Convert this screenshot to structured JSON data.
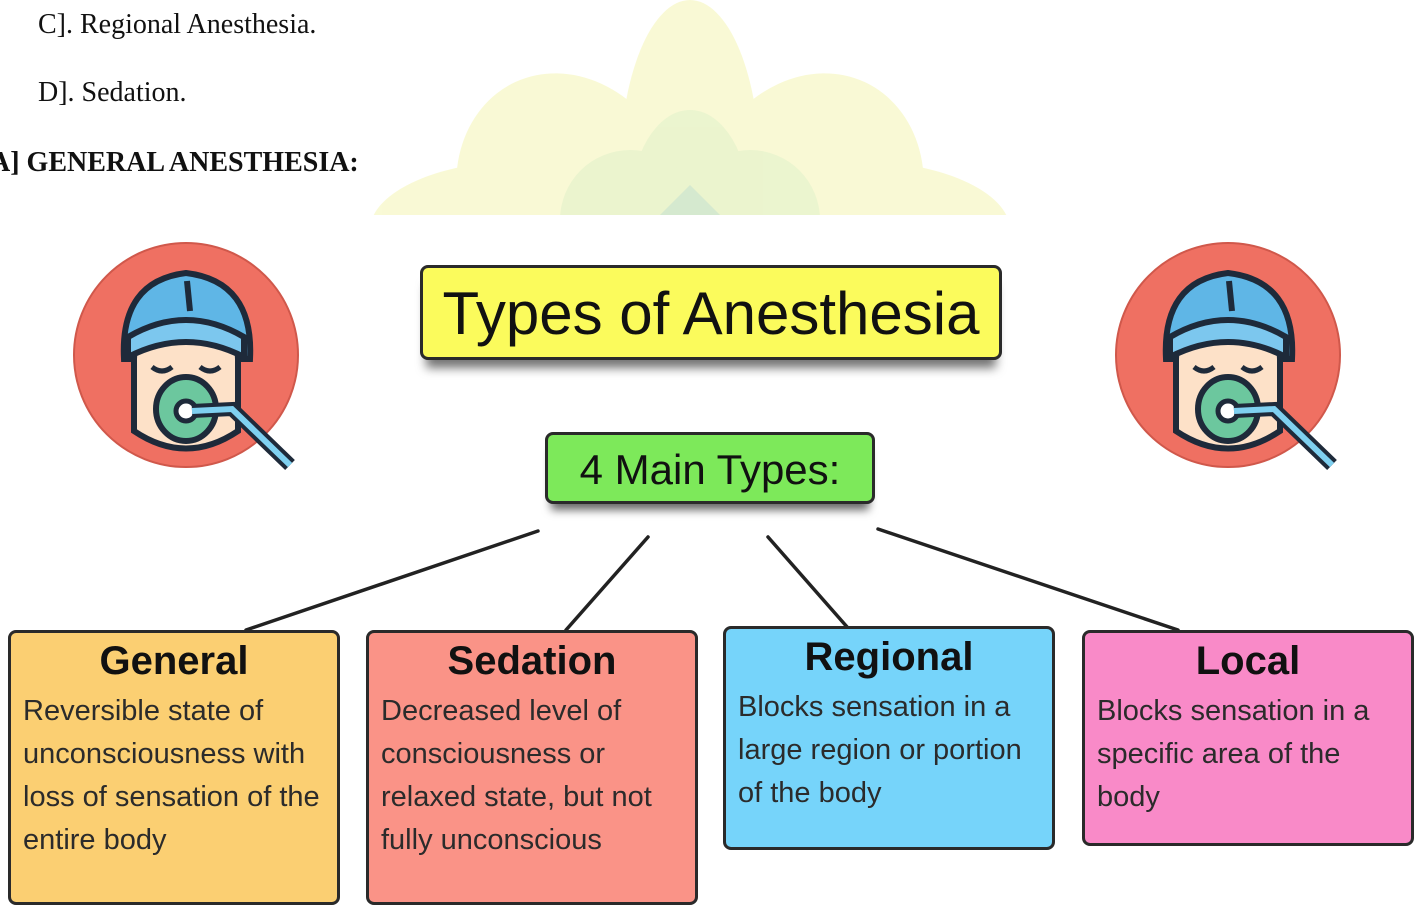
{
  "document": {
    "lines": [
      "C]. Regional Anesthesia.",
      "D]. Sedation."
    ],
    "heading": "A] GENERAL ANESTHESIA:"
  },
  "diagram": {
    "title": "Types of Anesthesia",
    "subtitle": "4 Main Types:",
    "colors": {
      "title_bg": "#fbfb5c",
      "subtitle_bg": "#7de95a",
      "avatar_bg": "#ef7062"
    },
    "icons": [
      "anesthesia-patient-icon",
      "anesthesia-patient-icon"
    ],
    "types": [
      {
        "name": "General",
        "description": "Reversible state of unconsciousness with loss of sensation of the entire body",
        "color": "#fbcf72"
      },
      {
        "name": "Sedation",
        "description": "Decreased level of consciousness or relaxed state, but not fully unconscious",
        "color": "#fa9387"
      },
      {
        "name": "Regional",
        "description": "Blocks sensation in a large region or portion of the body",
        "color": "#76d4fa"
      },
      {
        "name": "Local",
        "description": "Blocks sensation in a specific area of the body",
        "color": "#f98ac8"
      }
    ]
  }
}
